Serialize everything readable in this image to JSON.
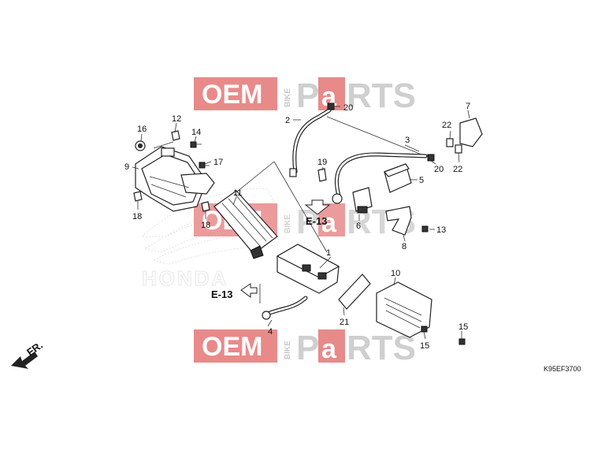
{
  "diagram": {
    "code": "K95EF3700",
    "direction_label": "FR.",
    "reference_label": "E-13",
    "brand_mark": "HONDA",
    "watermark": {
      "left": "OEM",
      "middle": "BIKE",
      "right_a": "P",
      "right_b": "a",
      "right_c": "RTS"
    },
    "callouts": [
      {
        "id": "c1",
        "label": "1"
      },
      {
        "id": "c2",
        "label": "2"
      },
      {
        "id": "c3",
        "label": "3"
      },
      {
        "id": "c4",
        "label": "4"
      },
      {
        "id": "c5",
        "label": "5"
      },
      {
        "id": "c6",
        "label": "6"
      },
      {
        "id": "c7",
        "label": "7"
      },
      {
        "id": "c8",
        "label": "8"
      },
      {
        "id": "c9",
        "label": "9"
      },
      {
        "id": "c10",
        "label": "10"
      },
      {
        "id": "c11",
        "label": "11"
      },
      {
        "id": "c12",
        "label": "12"
      },
      {
        "id": "c13",
        "label": "13"
      },
      {
        "id": "c14",
        "label": "14"
      },
      {
        "id": "c15a",
        "label": "15"
      },
      {
        "id": "c15b",
        "label": "15"
      },
      {
        "id": "c16",
        "label": "16"
      },
      {
        "id": "c17",
        "label": "17"
      },
      {
        "id": "c18a",
        "label": "18"
      },
      {
        "id": "c18b",
        "label": "18"
      },
      {
        "id": "c19",
        "label": "19"
      },
      {
        "id": "c20a",
        "label": "20"
      },
      {
        "id": "c20b",
        "label": "20"
      },
      {
        "id": "c21",
        "label": "21"
      },
      {
        "id": "c22a",
        "label": "22"
      },
      {
        "id": "c22b",
        "label": "22"
      }
    ]
  }
}
